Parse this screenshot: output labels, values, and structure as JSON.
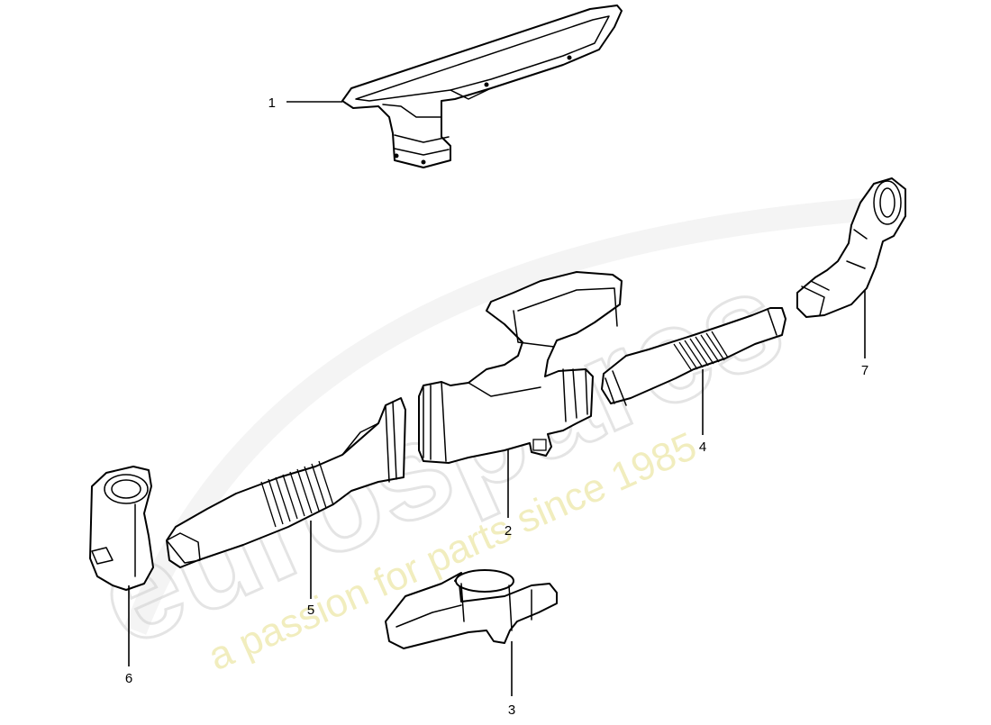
{
  "watermark": {
    "brand": "eurospares",
    "tagline": "a passion for parts since 1985",
    "colors": {
      "brand": "#cfcfcf",
      "tagline": "#e6e08a"
    }
  },
  "callouts": [
    {
      "id": "1",
      "label": "1"
    },
    {
      "id": "2",
      "label": "2"
    },
    {
      "id": "3",
      "label": "3"
    },
    {
      "id": "4",
      "label": "4"
    },
    {
      "id": "5",
      "label": "5"
    },
    {
      "id": "6",
      "label": "6"
    },
    {
      "id": "7",
      "label": "7"
    }
  ]
}
